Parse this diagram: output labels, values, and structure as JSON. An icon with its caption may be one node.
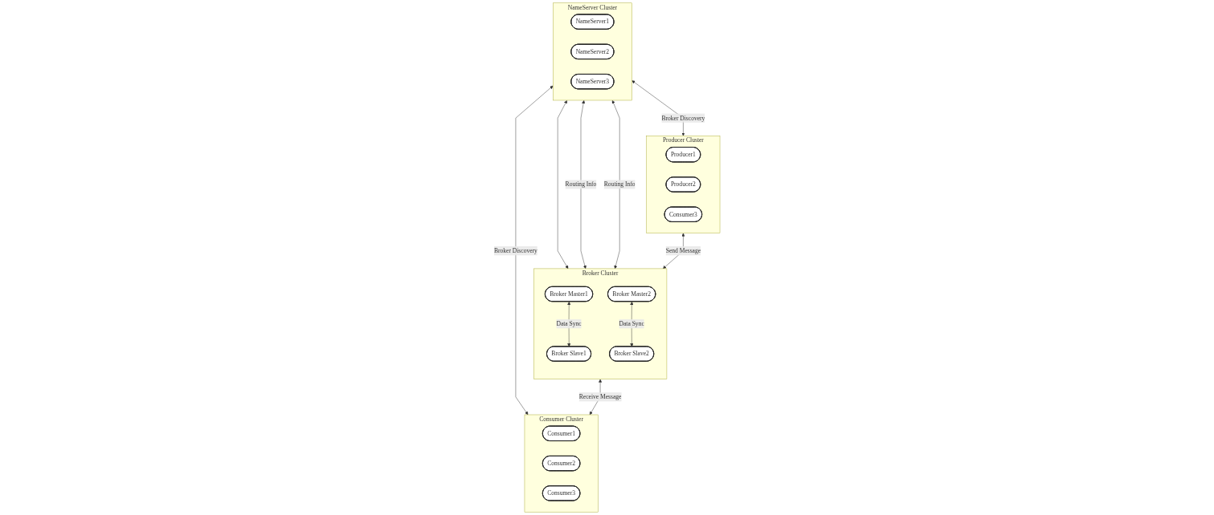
{
  "diagram": {
    "nodes": [
      {
        "text": [
          "NameServer Cluster"
        ]
      },
      {
        "text": [
          "NameServer1"
        ],
        "in": 0
      },
      {
        "text": [
          "NameServer2"
        ],
        "in": 0
      },
      {
        "text": [
          "NameServer3"
        ],
        "in": 0
      },
      {
        "text": [
          "Producer Cluster"
        ]
      },
      {
        "text": [
          "Producer1"
        ],
        "in": 4
      },
      {
        "text": [
          "Producer2"
        ],
        "in": 4
      },
      {
        "text": [
          "Consumer3"
        ],
        "in": 4
      },
      {
        "text": [
          "Broker Cluster"
        ]
      },
      {
        "text": [
          "Broker Master1"
        ],
        "in": 8
      },
      {
        "text": [
          "Broker Slave1"
        ],
        "in": 8
      },
      {
        "text": [
          "Broker Master2"
        ],
        "in": 8
      },
      {
        "text": [
          "Broker Slave2"
        ],
        "in": 8
      },
      {
        "text": [
          "Consumer Cluster"
        ]
      },
      {
        "text": [
          "Consumer1"
        ],
        "in": 13
      },
      {
        "text": [
          "Consumer2"
        ],
        "in": 13
      },
      {
        "text": [
          "Consumer3"
        ],
        "in": 13
      }
    ],
    "edges": [
      {
        "from": 0,
        "to": 4,
        "arrow": "both",
        "label": "Broker Discovery"
      },
      {
        "from": 0,
        "to": 13,
        "arrow": "both",
        "label": "Broker Discovery"
      },
      {
        "from": 0,
        "to": 8,
        "arrow": "both"
      },
      {
        "from": 0,
        "to": 8,
        "arrow": "both",
        "label": "Routing Info"
      },
      {
        "from": 0,
        "to": 8,
        "arrow": "both",
        "label": "Routing Info"
      },
      {
        "from": 4,
        "to": 8,
        "arrow": "both",
        "label": "Send Message"
      },
      {
        "from": 8,
        "to": 13,
        "arrow": "both",
        "label": "Receive Message"
      },
      {
        "from": 9,
        "to": 10,
        "arrow": "both",
        "label": "Data Sync"
      },
      {
        "from": 11,
        "to": 12,
        "arrow": "both",
        "label": "Data Sync"
      }
    ]
  }
}
